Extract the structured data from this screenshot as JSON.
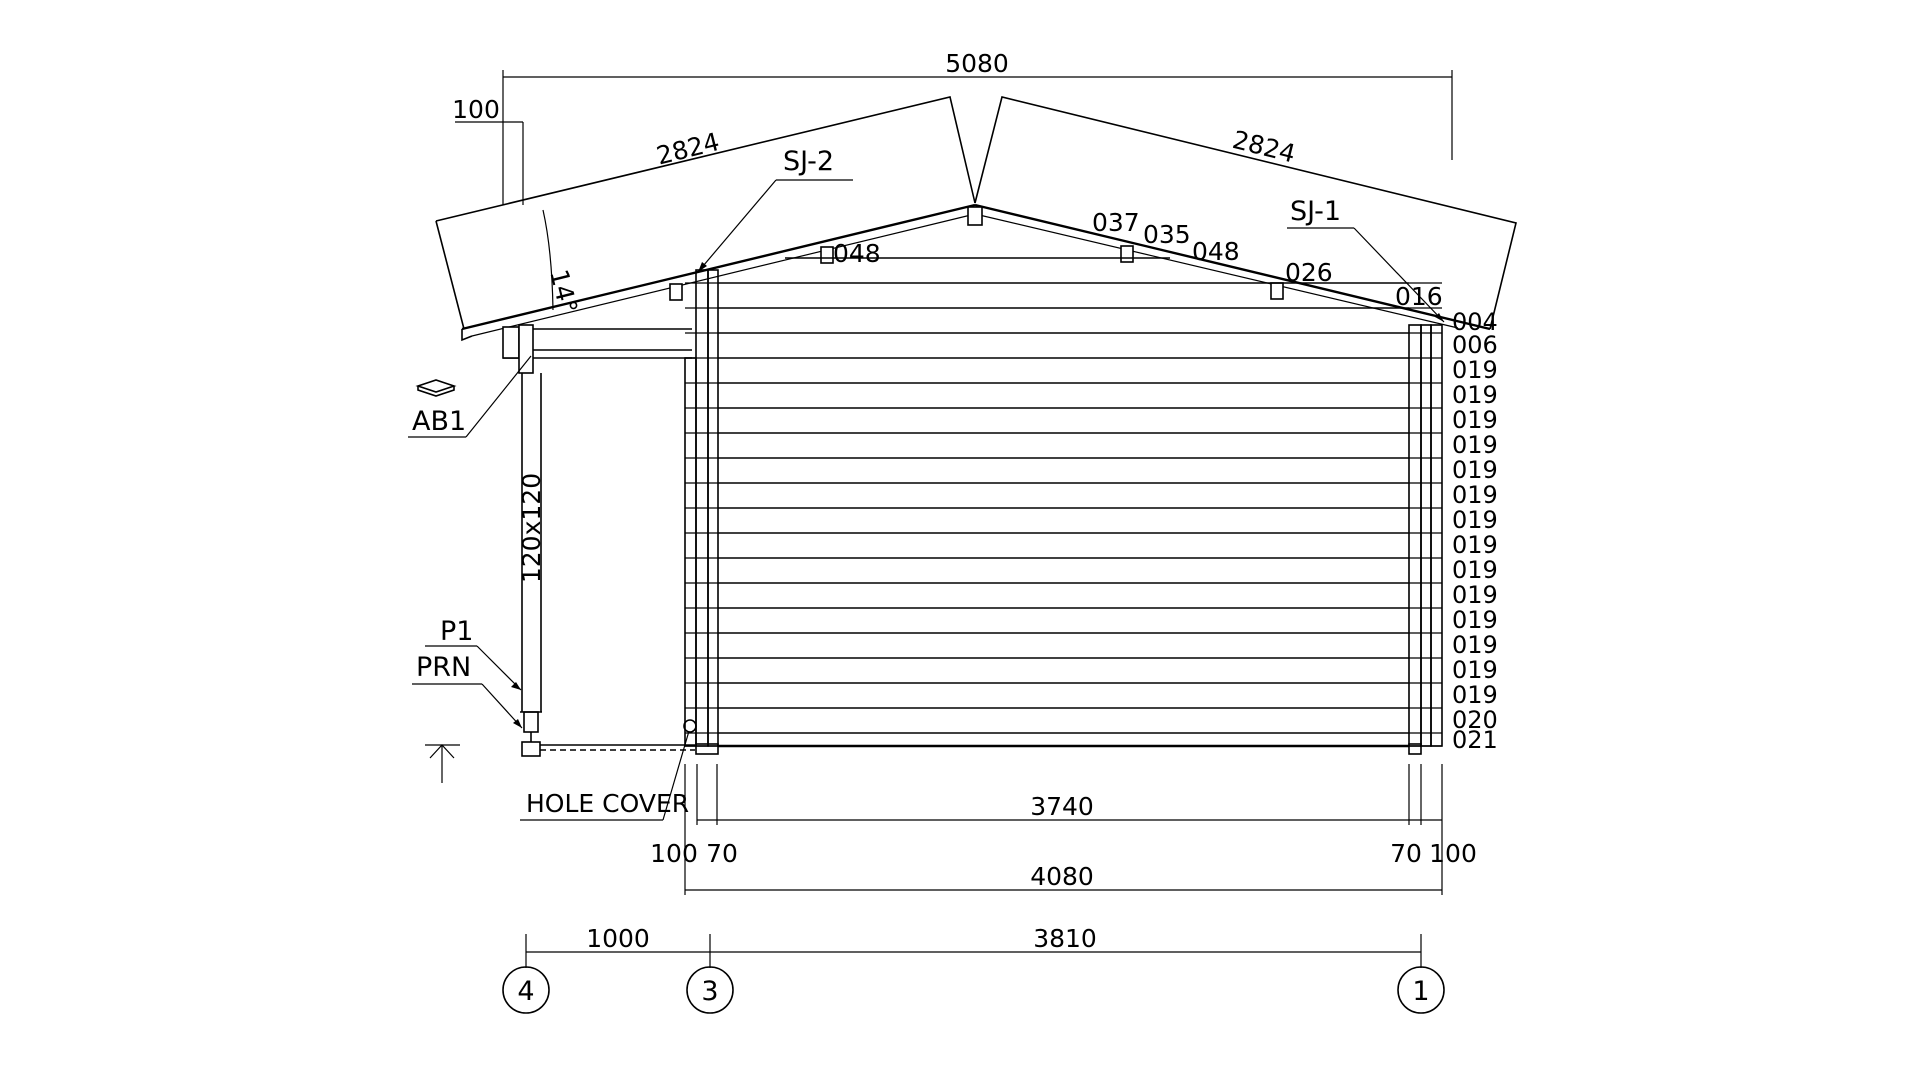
{
  "dimensions": {
    "overall_width": "5080",
    "overhang": "100",
    "roof_left": "2824",
    "roof_right": "2824",
    "wall_inner": "3740",
    "wall_outer": "4080",
    "left_end_100": "100",
    "left_end_70": "70",
    "right_end_70": "70",
    "right_end_100": "100",
    "grid_span_4_3": "1000",
    "grid_span_3_1": "3810",
    "roof_angle": "14°",
    "post_size": "120x120"
  },
  "labels": {
    "sj2": "SJ-2",
    "sj1": "SJ-1",
    "ab1": "AB1",
    "p1": "P1",
    "prn": "PRN",
    "hole_cover": "HOLE COVER"
  },
  "roof_parts": {
    "p037": "037",
    "p035": "035",
    "p048a": "048",
    "p048b": "048",
    "p026": "026",
    "p016": "016"
  },
  "log_labels": [
    "004",
    "006",
    "019",
    "019",
    "019",
    "019",
    "019",
    "019",
    "019",
    "019",
    "019",
    "019",
    "019",
    "019",
    "019",
    "019",
    "020",
    "021"
  ],
  "grid_axes": [
    "4",
    "3",
    "1"
  ]
}
